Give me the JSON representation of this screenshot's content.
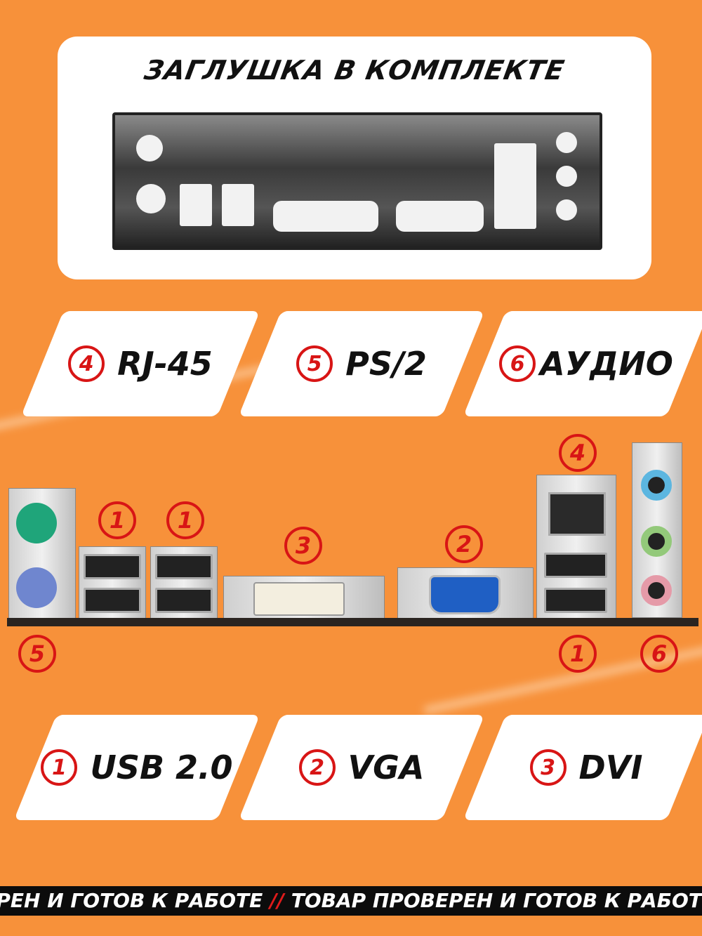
{
  "header": {
    "title": "ЗАГЛУШКА В КОМПЛЕКТЕ"
  },
  "top_cards": [
    {
      "number": "4",
      "label": "RJ-45"
    },
    {
      "number": "5",
      "label": "PS/2"
    },
    {
      "number": "6",
      "label": "АУДИО"
    }
  ],
  "bottom_cards": [
    {
      "number": "1",
      "label": "USB 2.0"
    },
    {
      "number": "2",
      "label": "VGA"
    },
    {
      "number": "3",
      "label": "DVI"
    }
  ],
  "port_badges": {
    "usb_a": "1",
    "usb_b": "1",
    "dvi": "3",
    "vga": "2",
    "rj45": "4",
    "ps2": "5",
    "usb_c": "1",
    "audio": "6"
  },
  "ticker": {
    "text": "ТОВАР ПРОВЕРЕН И ГОТОВ К РАБОТЕ",
    "separator": "//"
  },
  "colors": {
    "background": "#f7913a",
    "accent_red": "#d81515",
    "ticker_bg": "#0c0c0c"
  }
}
